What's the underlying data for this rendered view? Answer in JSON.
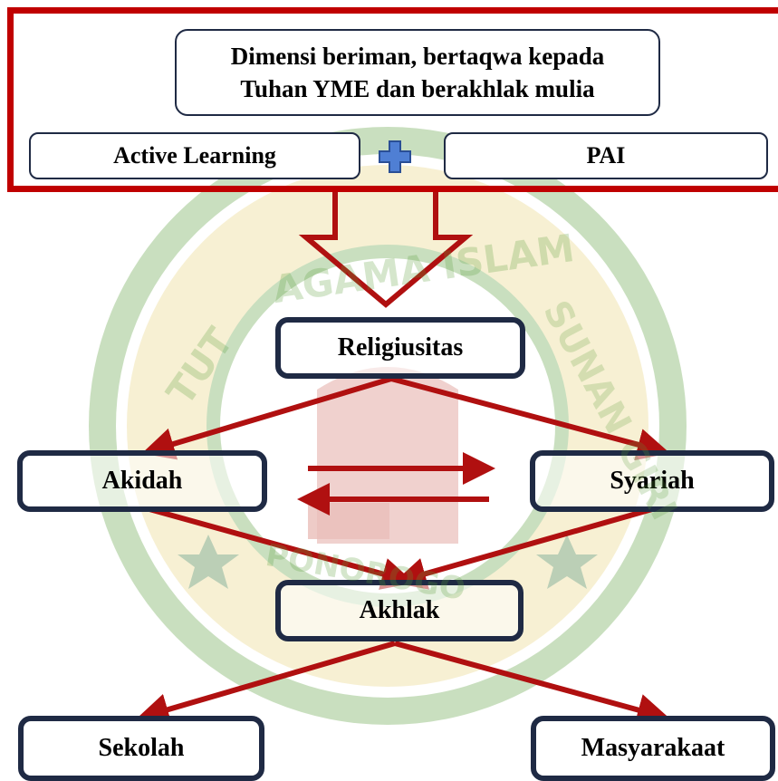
{
  "top": {
    "heading_line1": "Dimensi beriman, bertaqwa kepada",
    "heading_line2": "Tuhan YME dan berakhlak mulia",
    "left_box": "Active Learning",
    "right_box": "PAI",
    "plus_icon": "plus-icon"
  },
  "nodes": {
    "religiusitas": "Religiusitas",
    "akidah": "Akidah",
    "syariah": "Syariah",
    "akhlak": "Akhlak",
    "sekolah": "Sekolah",
    "masyarakaat": "Masyarakaat"
  },
  "watermark": {
    "arc_top": "AGAMA ISLAM",
    "arc_left": "TUT",
    "arc_right": "SUNAN GIRI",
    "bottom": "PONOROGO"
  },
  "colors": {
    "frame": "#c00000",
    "arrow": "#b01010",
    "box_border": "#1f2a44",
    "plus": "#4f7fd4",
    "watermark_green": "#5a9e3a",
    "watermark_yellow": "#e8d27a"
  }
}
